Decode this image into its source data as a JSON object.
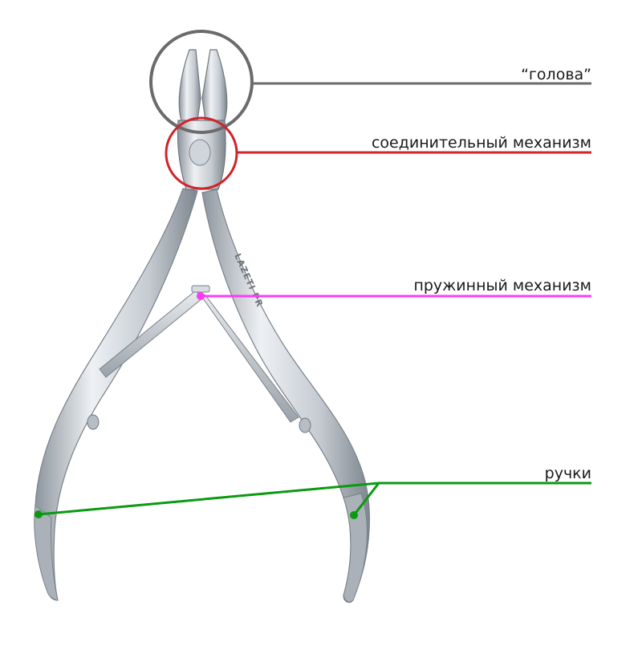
{
  "labels": {
    "head": "“голова”",
    "joint": "соединительный механизм",
    "spring": "пружинный механизм",
    "handles": "ручки"
  },
  "brand_engraving": "LAZETI PR",
  "colors": {
    "head": "#6b6b6b",
    "joint": "#d0232a",
    "spring": "#ff3bf2",
    "handles": "#0a9a10",
    "metal_light": "#eef1f4",
    "metal_mid": "#c5cbd1",
    "metal_dark": "#8d959d"
  }
}
